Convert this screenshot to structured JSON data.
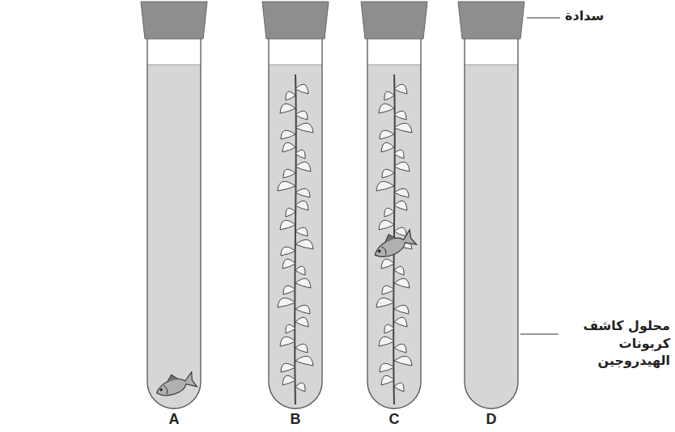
{
  "diagram": {
    "labels": [
      "سدادة",
      "محلول كاشف كربونات الهيدروجين",
      "A",
      "B",
      "C",
      "D"
    ]
  }
}
